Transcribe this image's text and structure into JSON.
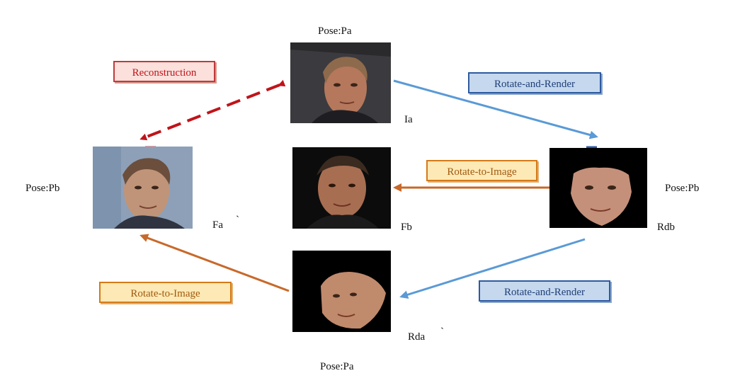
{
  "labels": {
    "pose_top": "Pose:Pa",
    "pose_left": "Pose:Pb",
    "pose_right": "Pose:Pb",
    "pose_bottom": "Pose:Pa",
    "ia": "Ia",
    "fa": "Fa",
    "fa_mark": "`",
    "fb": "Fb",
    "rdb": "Rdb",
    "rda": "Rda",
    "rda_mark": "`"
  },
  "tags": {
    "reconstruction": "Reconstruction",
    "rotate_render_top": "Rotate-and-Render",
    "rotate_to_image_mid": "Rotate-to-Image",
    "rotate_render_bottom": "Rotate-and-Render",
    "rotate_to_image_left": "Rotate-to-Image"
  },
  "icons": [
    "face-ia-photo",
    "face-fa-photo",
    "face-fb-photo",
    "face-rdb-render",
    "face-rda-render"
  ],
  "colors": {
    "reconstruction": "#c0141a",
    "rotate_render": "#5a9ad6",
    "rotate_to_image": "#c8692a"
  }
}
